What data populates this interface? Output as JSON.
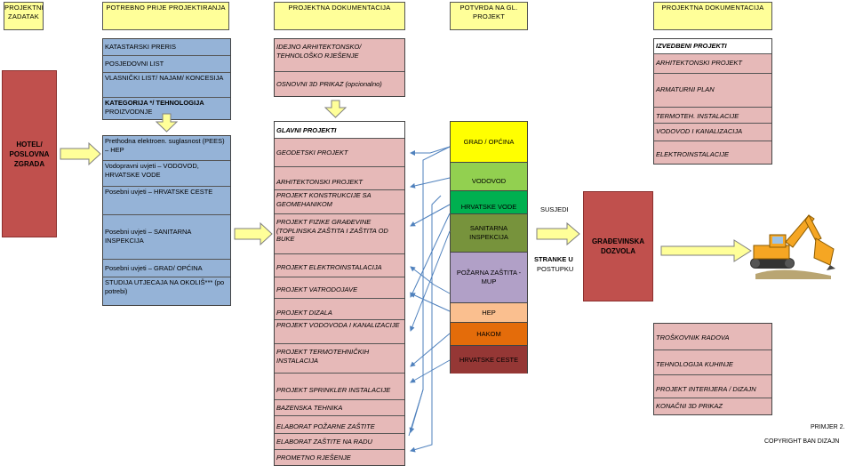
{
  "headers": {
    "h1": "PROJEKTNI ZADATAK",
    "h2": "POTREBNO PRIJE PROJEKTIRANJA",
    "h3": "PROJEKTNA DOKUMENTACIJA",
    "h4": "POTVRDA NA GL. PROJEKT",
    "h5": "PROJEKTNA DOKUMENTACIJA"
  },
  "left_box": "HOTEL/ POSLOVNA ZGRADA",
  "pre_docs": [
    {
      "text": "KATASTARSKI PRERIS"
    },
    {
      "text": "POSJEDOVNI LIST"
    },
    {
      "text": "VLASNIČKI LIST/ NAJAM/ KONCESIJA"
    },
    {
      "text_bold": "KATEGORIJA */ TEHNOLOGIJA",
      "text": "PROIZVODNJE"
    }
  ],
  "permits": [
    "Prethodna elektroen. suglasnost (PEES) – HEP",
    "Vodopravni uvjeti – VODOVOD, HRVATSKE VODE",
    "Posebni uvjeti – HRVATSKE CESTE",
    "Posebni uvjeti – SANITARNA INSPEKCIJA",
    "Posebni uvjeti – GRAD/ OPĆINA",
    "STUDIJA UTJECAJA NA OKOLIŠ*** (po potrebi)"
  ],
  "idejni": [
    "IDEJNO ARHITEKTONSKO/ TEHNOLOŠKO RJEŠENJE",
    "OSNOVNI 3D PRIKAZ (opcionalno)"
  ],
  "glavni": {
    "title": "GLAVNI PROJEKTI",
    "items": [
      "GEODETSKI PROJEKT",
      "ARHITEKTONSKI PROJEKT",
      "PROJEKT KONSTRUKCIJE SA GEOMEHANIKOM",
      "PROJEKT FIZIKE GRAĐEVINE (TOPLINSKA ZAŠTITA I ZAŠTITA OD BUKE",
      "PROJEKT ELEKTROINSTALACIJA",
      "PROJEKT VATRODOJAVE",
      "PROJEKT DIZALA",
      "PROJEKT VODOVODA I KANALIZACIJE",
      "PROJEKT TERMOTEHNIČKIH INSTALACIJA",
      "PROJEKT SPRINKLER INSTALACIJE",
      "BAZENSKA TEHNIKA",
      "ELABORAT POŽARNE ZAŠTITE",
      "ELABORAT ZAŠTITE NA RADU",
      "PROMETNO RJEŠENJE"
    ]
  },
  "potvrde": [
    {
      "label": "GRAD / OPĆINA",
      "color": "#ffff00"
    },
    {
      "label": "VODOVOD",
      "color": "#92d050"
    },
    {
      "label": "HRVATSKE VODE",
      "color": "#00b050"
    },
    {
      "label": "SANITARNA INSPEKCIJA",
      "color": "#77933c"
    },
    {
      "label": "POŽARNA ZAŠTITA - MUP",
      "color": "#b1a0c7"
    },
    {
      "label": "HEP",
      "color": "#fabf8f"
    },
    {
      "label": "HAKOM",
      "color": "#e46c0a"
    },
    {
      "label": "HRVATSKE CESTE",
      "color": "#953735"
    }
  ],
  "susjedi": "SUSJEDI",
  "stranke_bold": "STRANKE U",
  "stranke": "POSTUPKU",
  "dozvola": "GRAĐEVINSKA DOZVOLA",
  "izvedbeni": {
    "title": "IZVEDBENI PROJEKTI",
    "items": [
      "ARHITEKTONSKI PROJEKT",
      "ARMATURNI PLAN",
      "TERMOTEH. INSTALACIJE",
      "VODOVOD I KANALIZACIJA",
      "ELEKTROINSTALACIJE"
    ]
  },
  "extra": [
    "TROŠKOVNIK RADOVA",
    "TEHNOLOGIJA KUHINJE",
    "PROJEKT INTERIJERA / DIZAJN",
    "KONAČNI 3D PRIKAZ"
  ],
  "footer": {
    "primjer": "PRIMJER 2.",
    "copyright": "COPYRIGHT BAN DIZAJN"
  },
  "icons": {
    "excavator": "excavator-icon",
    "arrow": "block-arrow-icon"
  },
  "colors": {
    "header_yellow": "#ffff99",
    "doc_pink": "#e6b9b8",
    "pre_blue": "#95b3d7",
    "red_box": "#c0504d",
    "line_blue": "#4f81bd"
  }
}
